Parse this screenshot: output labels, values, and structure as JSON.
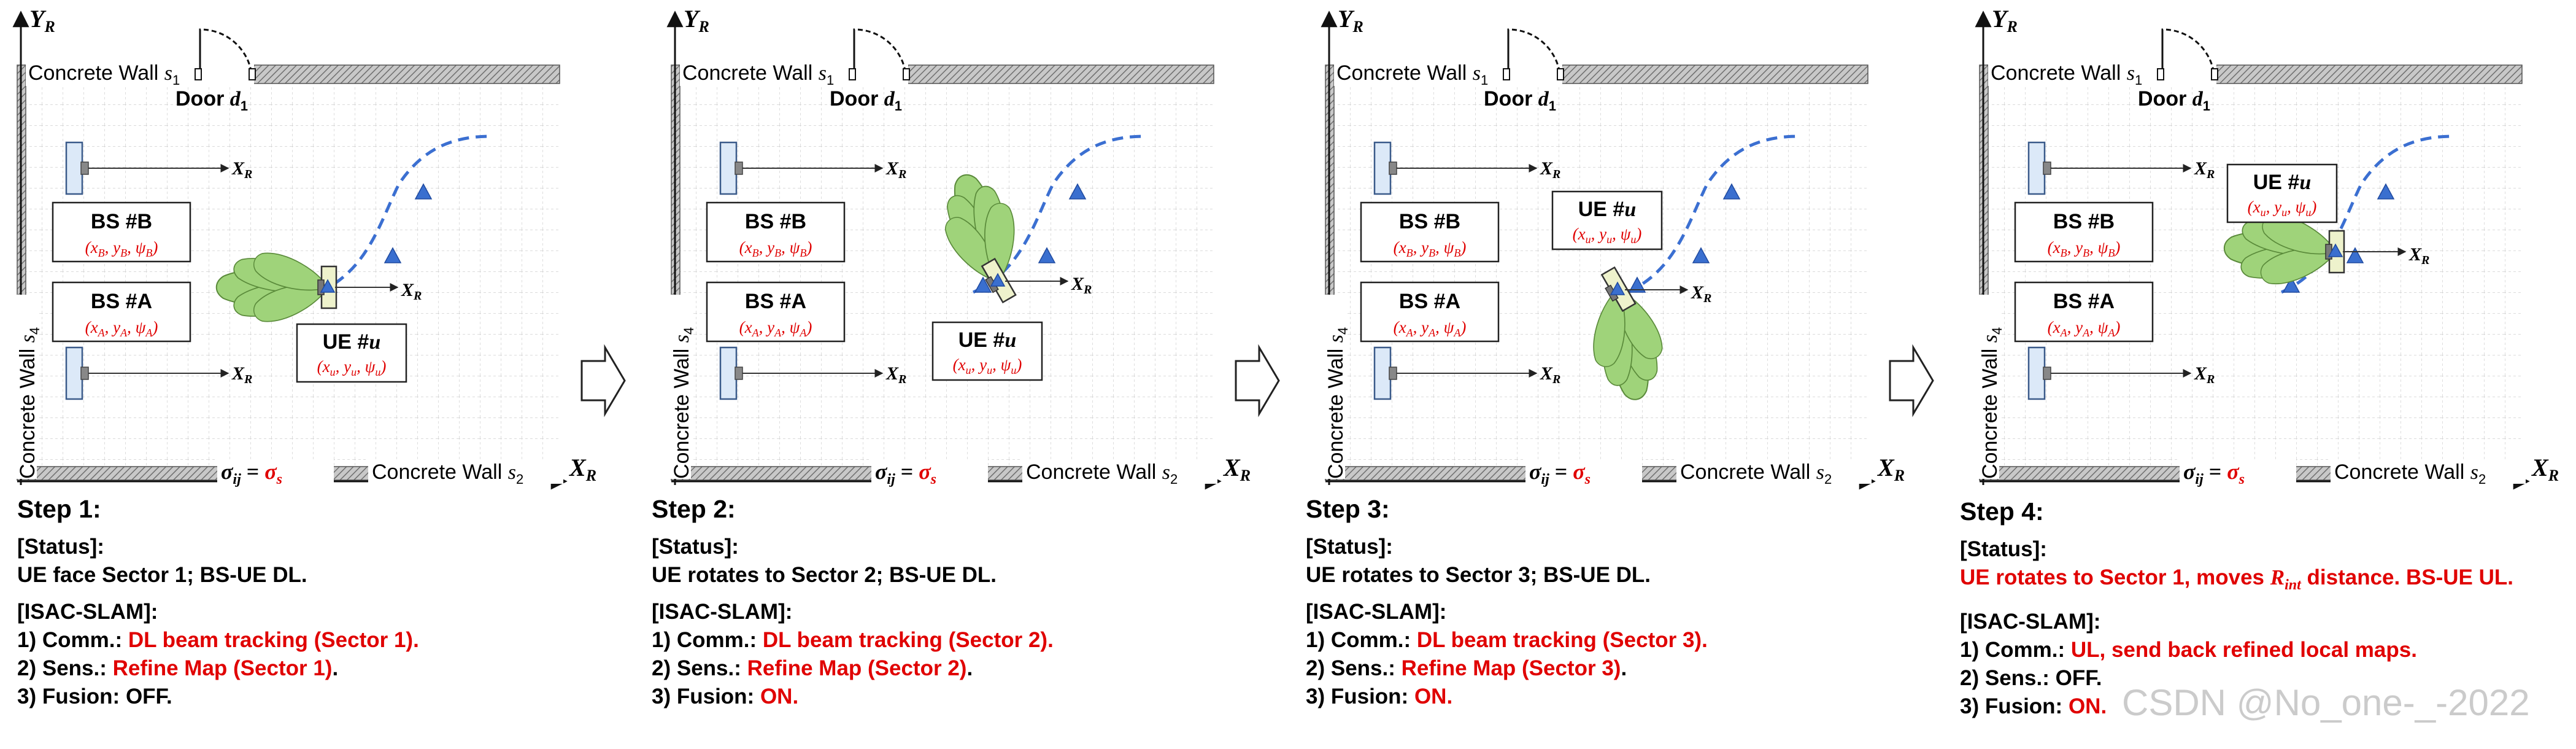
{
  "axes": {
    "y_label_base": "Y",
    "x_label_base": "X",
    "subscript": "R"
  },
  "walls": {
    "s1": "Concrete Wall ",
    "s1_sym": "s",
    "s1_idx": "1",
    "s2": "Concrete Wall ",
    "s2_sym": "s",
    "s2_idx": "2",
    "s4": "Concrete Wall ",
    "s4_sym": "s",
    "s4_idx": "4"
  },
  "door": {
    "label": "Door ",
    "sym": "d",
    "idx": "1"
  },
  "sigma": {
    "lhs": "σ",
    "lhs_sub": "ij",
    "eq": " = ",
    "rhs": "σ",
    "rhs_sub": "s"
  },
  "bs_b": {
    "label": "BS #B",
    "coords": "(x",
    "c1": "B",
    "c2": "B",
    "c3": "B"
  },
  "bs_a": {
    "label": "BS #A",
    "coords": "(x",
    "c1": "A",
    "c2": "A",
    "c3": "A"
  },
  "ue": {
    "label": "UE #",
    "label_u": "u",
    "sub": "u"
  },
  "steps": [
    {
      "title": "Step 1",
      "status_header": "[Status]:",
      "status": " UE face Sector 1; BS-UE DL.",
      "isac_header": "[ISAC-SLAM]:",
      "comm_prefix": "1) Comm.: ",
      "comm_value": "DL beam tracking (Sector 1).",
      "sens_prefix": "2) Sens.: ",
      "sens_value": "Refine Map (Sector 1)",
      "sens_suffix": ".",
      "fusion_prefix": "3) Fusion: ",
      "fusion_value": "OFF."
    },
    {
      "title": "Step 2",
      "status_header": "[Status]:",
      "status": "UE rotates to Sector 2; BS-UE DL.",
      "isac_header": "[ISAC-SLAM]:",
      "comm_prefix": "1) Comm.: ",
      "comm_value": "DL beam tracking (Sector 2).",
      "sens_prefix": "2) Sens.: ",
      "sens_value": "Refine Map (Sector 2)",
      "sens_suffix": ".",
      "fusion_prefix": "3) Fusion: ",
      "fusion_value": "ON."
    },
    {
      "title": "Step 3",
      "status_header": "[Status]:",
      "status": "UE rotates to Sector 3; BS-UE DL.",
      "isac_header": "[ISAC-SLAM]:",
      "comm_prefix": "1) Comm.: ",
      "comm_value": "DL beam tracking (Sector 3).",
      "sens_prefix": "2) Sens.: ",
      "sens_value": "Refine Map (Sector 3)",
      "sens_suffix": ".",
      "fusion_prefix": "3) Fusion: ",
      "fusion_value": "ON."
    },
    {
      "title": "Step 4",
      "status_header": "[Status]:",
      "status_a": "UE rotates to Sector 1, moves ",
      "status_sym": "R",
      "status_sub": "int",
      "status_b": " distance. BS-UE UL.",
      "isac_header": "[ISAC-SLAM]:",
      "comm_prefix": "1) Comm.: ",
      "comm_value": "UL, send back refined local maps.",
      "sens_prefix": "2) Sens.: ",
      "sens_value": "OFF.",
      "sens_suffix": "",
      "fusion_prefix": "3) Fusion: ",
      "fusion_value": "ON."
    }
  ],
  "watermark": "CSDN @No_one-_-2022",
  "colors": {
    "accent_red": "#e00000",
    "beam_green": "#9fd37a",
    "beam_stroke": "#5a8a3a",
    "trajectory_blue": "#3b6fd1",
    "triangle_blue": "#3a6fcf",
    "bs_fill": "#dce9f8",
    "ue_fill": "#eef2cc",
    "wall_gray": "#9a9a9a"
  }
}
